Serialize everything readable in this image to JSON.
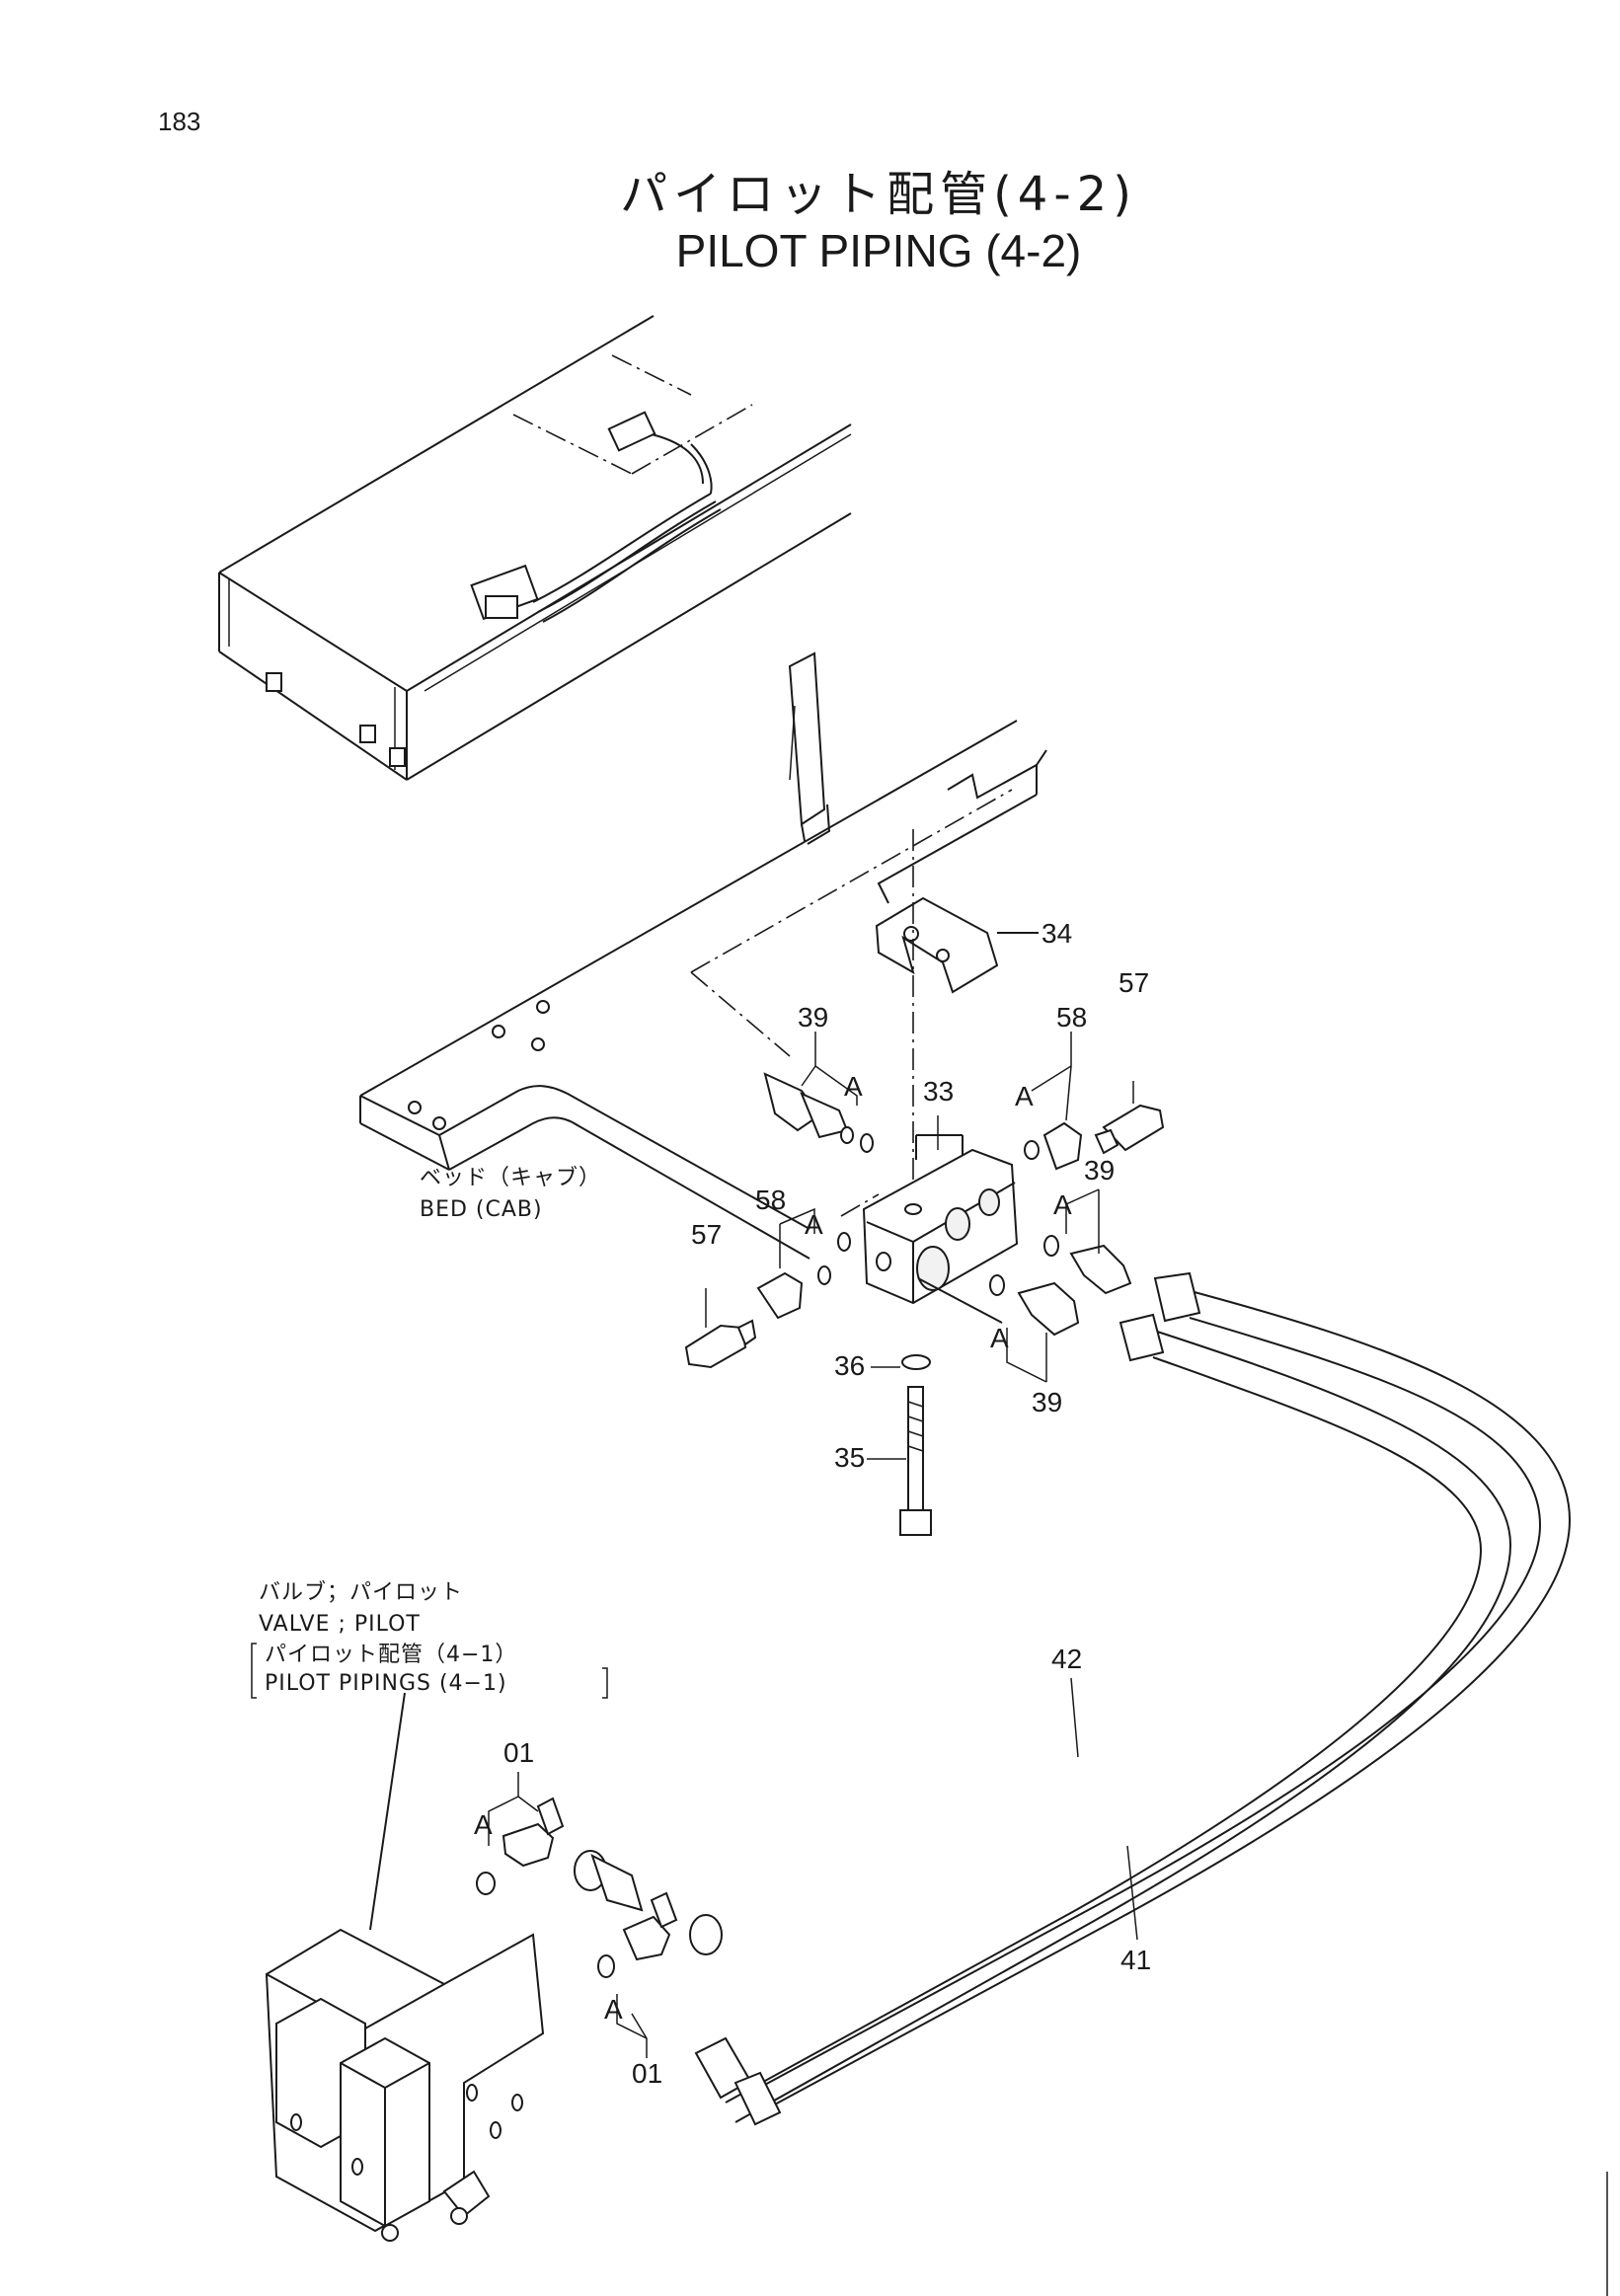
{
  "page": {
    "number": "183",
    "title_ja": "パイロット配管(4-2)",
    "title_en": "PILOT PIPING (4-2)"
  },
  "notes": {
    "bed_ja": "ベッド（キャブ）",
    "bed_en": "BED (CAB)",
    "valve_ja": "バルブ；パイロット",
    "valve_en": "VALVE ; PILOT",
    "ref_ja": "パイロット配管（4−1）",
    "ref_en": "PILOT PIPINGS (4−1)"
  },
  "callouts": {
    "c34": "34",
    "c57_top": "57",
    "c58_top": "58",
    "c39_top": "39",
    "c33": "33",
    "c58_left": "58",
    "c57_left": "57",
    "c39_right": "39",
    "c39_bottom": "39",
    "c36": "36",
    "c35": "35",
    "c42": "42",
    "c41": "41",
    "c01_top": "01",
    "c01_bottom": "01",
    "port_a": "A"
  }
}
